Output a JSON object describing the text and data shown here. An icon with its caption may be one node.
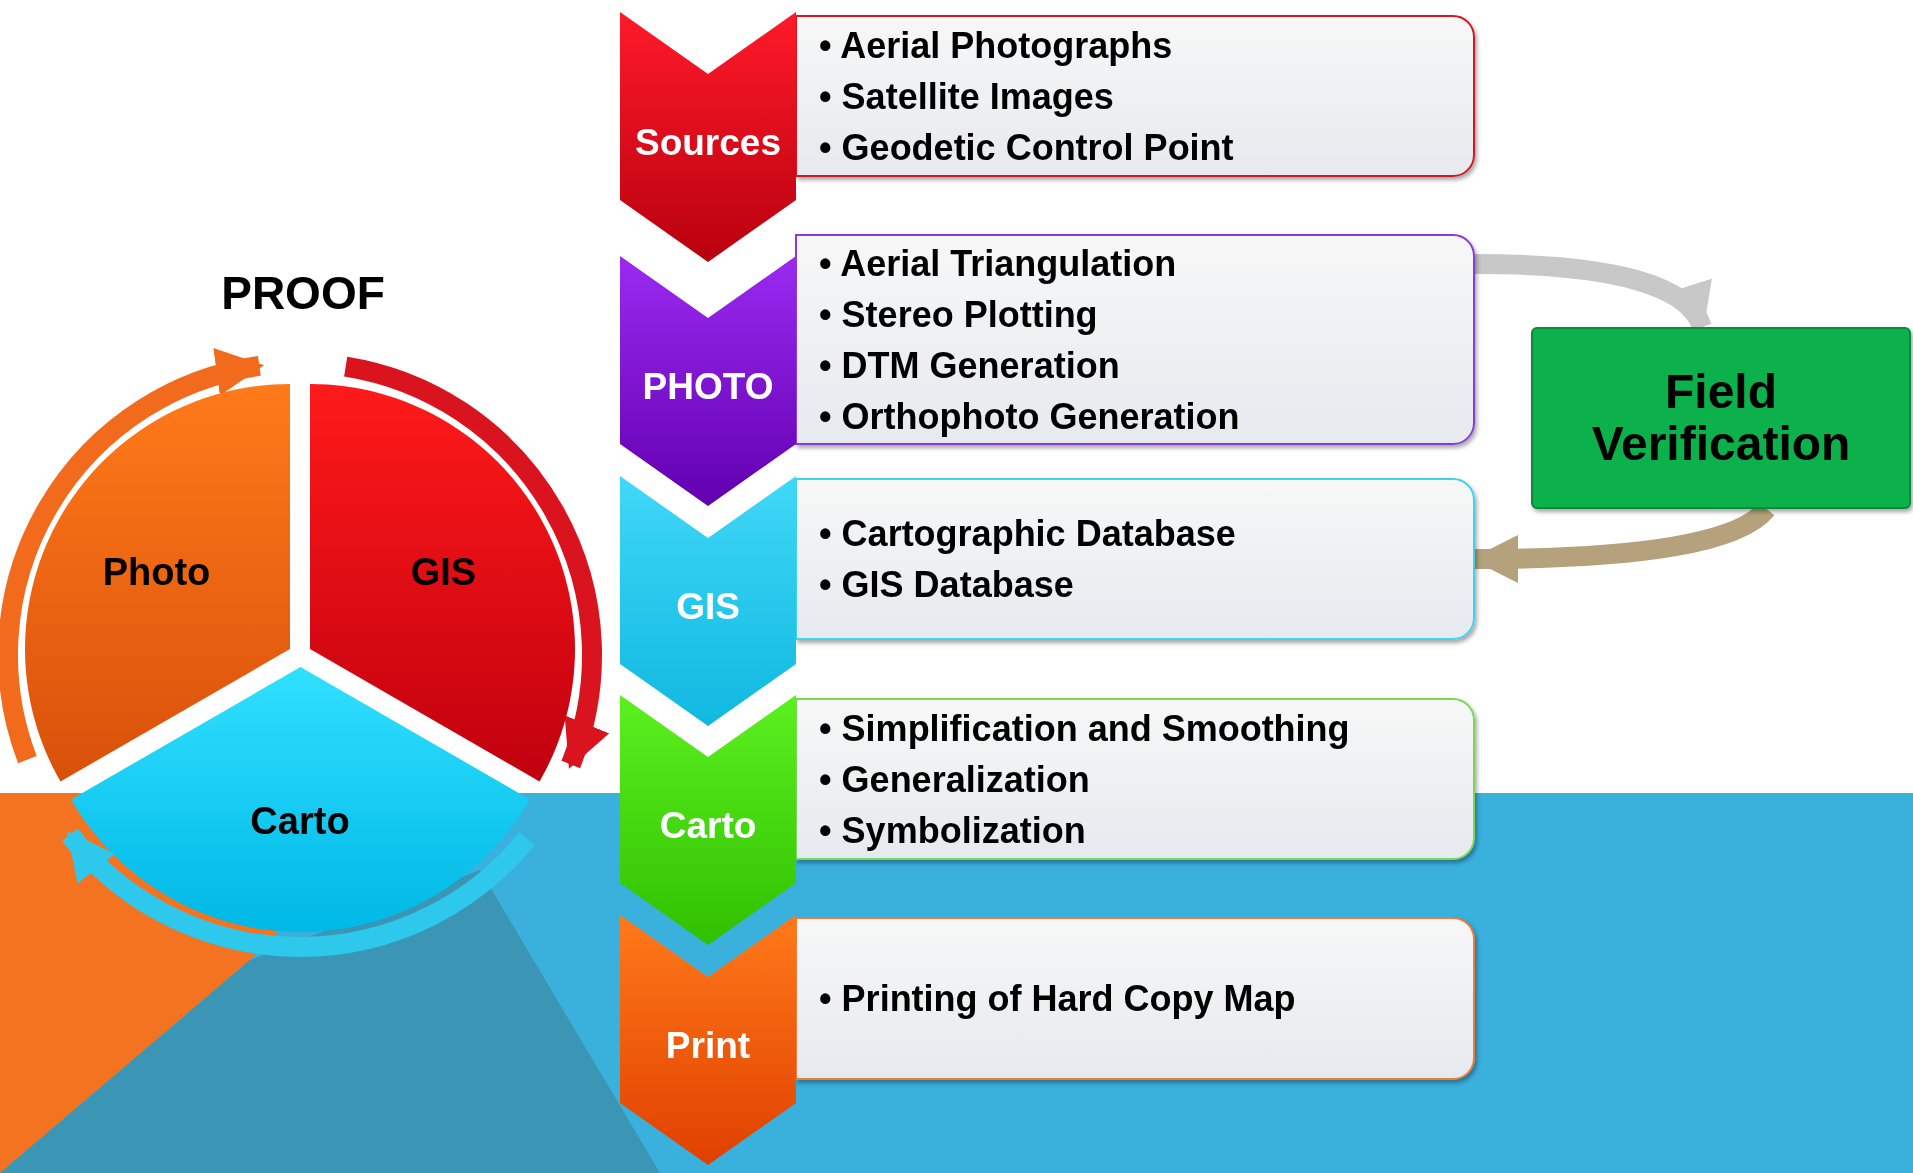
{
  "diagram": {
    "title": "PROOF",
    "nodes": [
      {
        "text": [
          "Photo"
        ]
      },
      {
        "text": [
          "GIS"
        ]
      },
      {
        "text": [
          "Carto"
        ]
      },
      {
        "text": [
          "Sources"
        ]
      },
      {
        "text": [
          "• Aerial Photographs",
          "• Satellite Images",
          "• Geodetic Control Point"
        ]
      },
      {
        "text": [
          "PHOTO"
        ]
      },
      {
        "text": [
          "• Aerial Triangulation",
          "• Stereo Plotting",
          "• DTM Generation",
          "• Orthophoto Generation"
        ]
      },
      {
        "text": [
          "GIS"
        ]
      },
      {
        "text": [
          "• Cartographic Database",
          "• GIS Database"
        ]
      },
      {
        "text": [
          "Carto"
        ]
      },
      {
        "text": [
          "• Simplification and Smoothing",
          "• Generalization",
          "• Symbolization"
        ]
      },
      {
        "text": [
          "Print"
        ]
      },
      {
        "text": [
          "• Printing of Hard Copy Map"
        ]
      },
      {
        "text": [
          "Field Verification"
        ]
      }
    ],
    "edges": [
      {
        "from": 0,
        "to": 1,
        "arrow": "to",
        "color": "#f26b1d"
      },
      {
        "from": 1,
        "to": 2,
        "arrow": "to",
        "color": "#d9141e"
      },
      {
        "from": 2,
        "to": 0,
        "arrow": "to",
        "color": "#2ec8ec"
      },
      {
        "from": 6,
        "to": 13,
        "arrow": "to",
        "color": "#c8c8c8"
      },
      {
        "from": 13,
        "to": 8,
        "arrow": "to",
        "color": "#b5a27c"
      }
    ]
  }
}
